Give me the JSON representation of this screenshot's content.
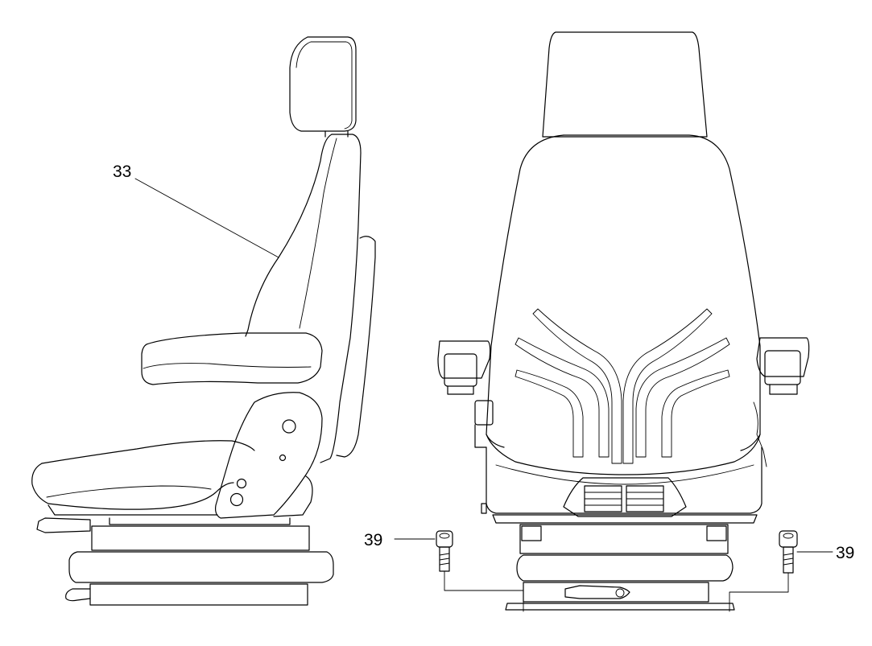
{
  "callouts": {
    "side_backrest": "33",
    "bolt_left": "39",
    "bolt_right": "39"
  }
}
